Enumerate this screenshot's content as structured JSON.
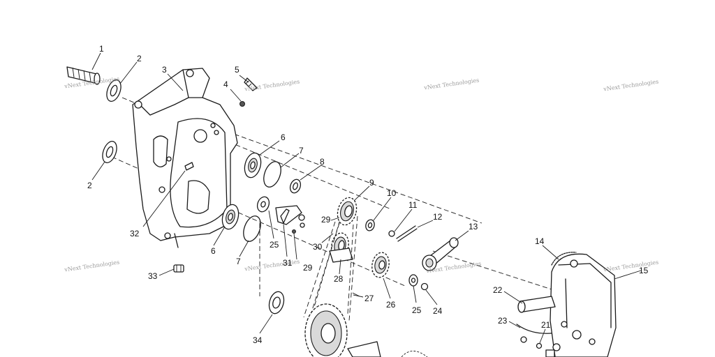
{
  "watermark": "vNext Technologies",
  "callouts": [
    "1",
    "2",
    "3",
    "4",
    "5",
    "6",
    "7",
    "8",
    "2",
    "32",
    "33",
    "6",
    "7",
    "25",
    "31",
    "29",
    "30",
    "29",
    "9",
    "10",
    "11",
    "12",
    "13",
    "28",
    "27",
    "26",
    "25",
    "24",
    "34",
    "14",
    "22",
    "23",
    "21",
    "15"
  ]
}
